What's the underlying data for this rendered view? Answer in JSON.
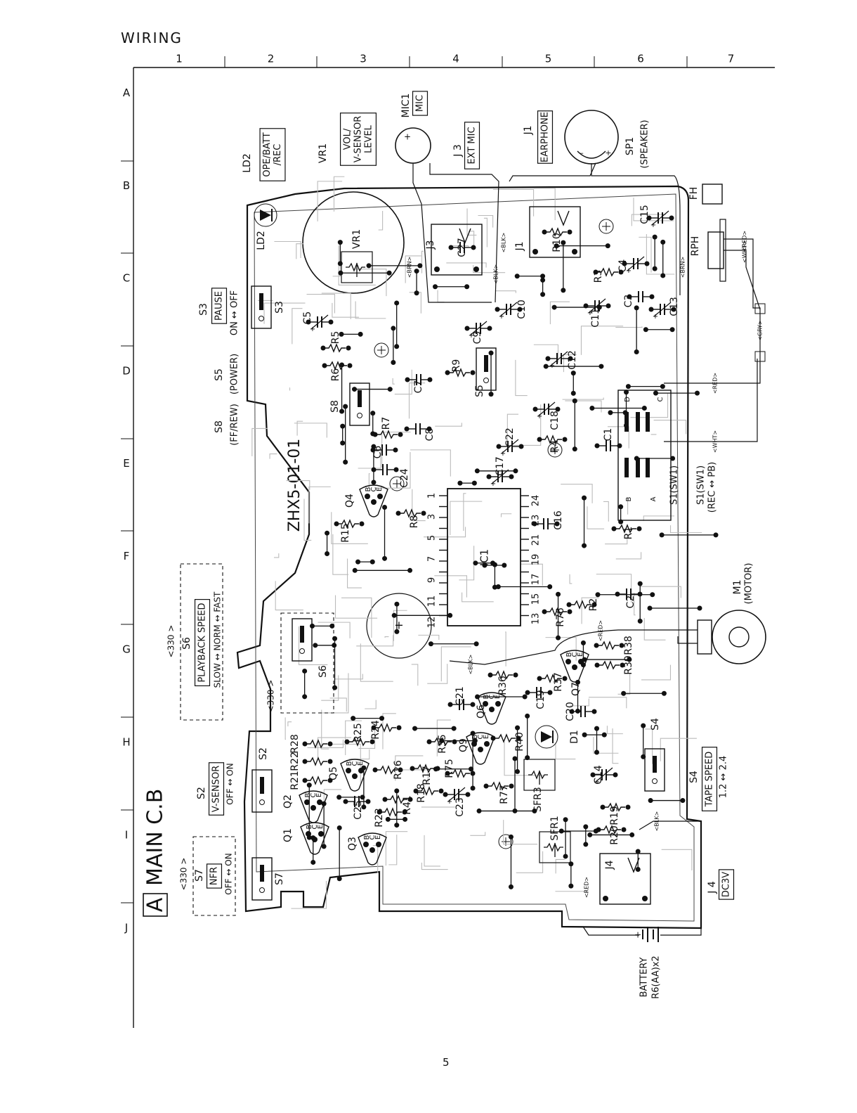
{
  "page": {
    "title": "WIRING",
    "page_number": "5"
  },
  "grid": {
    "columns": [
      "1",
      "2",
      "3",
      "4",
      "5",
      "6",
      "7"
    ],
    "rows": [
      "A",
      "B",
      "C",
      "D",
      "E",
      "F",
      "G",
      "H",
      "I",
      "J"
    ]
  },
  "board": {
    "letter": "A",
    "title": "MAIN C.B",
    "pcb_code": "ZHX5-01-01"
  },
  "boxed_labels": {
    "ld2": [
      "OPE/BATT",
      "/REC"
    ],
    "vr1": [
      "VOL/",
      "V-SENSOR",
      "LEVEL"
    ],
    "mic1": [
      "MIC"
    ],
    "j3": [
      "EXT MIC"
    ],
    "j1": [
      "EARPHONE"
    ],
    "s3": [
      "PAUSE"
    ],
    "s6": [
      "PLAYBACK SPEED"
    ],
    "s2": [
      "V-SENSOR"
    ],
    "s7": [
      "NFR"
    ],
    "s4": [
      "TAPE SPEED"
    ],
    "j4": [
      "DC3V"
    ]
  },
  "outer_texts": {
    "ld2": "LD2",
    "vr1": "VR1",
    "mic1": "MIC1",
    "j3": "J 3",
    "j1": "J1",
    "sp1": "SP1",
    "sp1_sub": "(SPEAKER)",
    "fh": "FH",
    "rph": "RPH",
    "s3": "S3",
    "s3_sub": "ON ↔ OFF",
    "s5": "S5",
    "s5_sub": "(POWER)",
    "s8": "S8",
    "s8_sub": "(FF/REW)",
    "s1": "S1(SW1)",
    "s1_sub": "(REC ↔ PB)",
    "m1": "M1",
    "m1_sub": "(MOTOR)",
    "s6": "S6",
    "s6_opt": "<330 >",
    "s6_sub": "SLOW ↔ NORM ↔ FAST",
    "s2": "S2",
    "s2_sub": "OFF ↔ ON",
    "s7": "S7",
    "s7_opt": "<330 >",
    "s7_sub": "OFF ↔ ON",
    "s4": "S4",
    "s4_sub": "1.2 ↔ 2.4",
    "j4": "J 4",
    "battery": "BATTERY",
    "battery_sub": "R6(AA)x2"
  },
  "wire_tags": {
    "brn": "BRN",
    "blk": "BLK",
    "red": "RED",
    "wht": "WHT",
    "gry": "GRY"
  },
  "components": [
    {
      "ref": "LD2",
      "kind": "led"
    },
    {
      "ref": "VR1",
      "kind": "pot"
    },
    {
      "ref": "J3",
      "kind": "jack"
    },
    {
      "ref": "J1",
      "kind": "jack"
    },
    {
      "ref": "C27",
      "kind": "cap"
    },
    {
      "ref": "R10",
      "kind": "res"
    },
    {
      "ref": "C15",
      "kind": "ecap"
    },
    {
      "ref": "S3",
      "kind": "switch"
    },
    {
      "ref": "C5",
      "kind": "ecap"
    },
    {
      "ref": "R5",
      "kind": "res"
    },
    {
      "ref": "R6",
      "kind": "res"
    },
    {
      "ref": "C10",
      "kind": "ecap"
    },
    {
      "ref": "C9",
      "kind": "ecap"
    },
    {
      "ref": "R3",
      "kind": "res"
    },
    {
      "ref": "C4",
      "kind": "ecap"
    },
    {
      "ref": "C3",
      "kind": "cap"
    },
    {
      "ref": "C13",
      "kind": "ecap"
    },
    {
      "ref": "C11",
      "kind": "ecap"
    },
    {
      "ref": "R9",
      "kind": "res"
    },
    {
      "ref": "S5",
      "kind": "switch"
    },
    {
      "ref": "C12",
      "kind": "ecap"
    },
    {
      "ref": "C7",
      "kind": "cap"
    },
    {
      "ref": "S8",
      "kind": "switch"
    },
    {
      "ref": "R7",
      "kind": "res"
    },
    {
      "ref": "C8",
      "kind": "cap"
    },
    {
      "ref": "C6",
      "kind": "cap"
    },
    {
      "ref": "C18",
      "kind": "ecap"
    },
    {
      "ref": "R4",
      "kind": "res"
    },
    {
      "ref": "C22",
      "kind": "ecap"
    },
    {
      "ref": "C1",
      "kind": "cap"
    },
    {
      "ref": "C24",
      "kind": "cap"
    },
    {
      "ref": "C17",
      "kind": "ecap"
    },
    {
      "ref": "Q4",
      "kind": "transistor"
    },
    {
      "ref": "R8",
      "kind": "res"
    },
    {
      "ref": "R15",
      "kind": "res"
    },
    {
      "ref": "C16",
      "kind": "cap"
    },
    {
      "ref": "R1",
      "kind": "res"
    },
    {
      "ref": "IC1",
      "kind": "ic"
    },
    {
      "ref": "R76",
      "kind": "res"
    },
    {
      "ref": "R2",
      "kind": "res"
    },
    {
      "ref": "C2",
      "kind": "cap"
    },
    {
      "ref": "S6",
      "kind": "switch"
    },
    {
      "ref": "R38",
      "kind": "res"
    },
    {
      "ref": "R39",
      "kind": "res"
    },
    {
      "ref": "R36",
      "kind": "res"
    },
    {
      "ref": "R37",
      "kind": "res"
    },
    {
      "ref": "C21",
      "kind": "cap"
    },
    {
      "ref": "Q6",
      "kind": "transistor"
    },
    {
      "ref": "C19",
      "kind": "cap"
    },
    {
      "ref": "Q7",
      "kind": "transistor"
    },
    {
      "ref": "C20",
      "kind": "cap"
    },
    {
      "ref": "S4",
      "kind": "switch"
    },
    {
      "ref": "D1",
      "kind": "led"
    },
    {
      "ref": "R24",
      "kind": "res"
    },
    {
      "ref": "R25",
      "kind": "res"
    },
    {
      "ref": "R35",
      "kind": "res"
    },
    {
      "ref": "Q9",
      "kind": "transistor"
    },
    {
      "ref": "R40",
      "kind": "res"
    },
    {
      "ref": "R28",
      "kind": "res"
    },
    {
      "ref": "R22",
      "kind": "res"
    },
    {
      "ref": "R21",
      "kind": "res"
    },
    {
      "ref": "Q5",
      "kind": "transistor"
    },
    {
      "ref": "R26",
      "kind": "res"
    },
    {
      "ref": "R75",
      "kind": "res"
    },
    {
      "ref": "R17",
      "kind": "res"
    },
    {
      "ref": "R18",
      "kind": "res"
    },
    {
      "ref": "R77",
      "kind": "res"
    },
    {
      "ref": "SFR3",
      "kind": "pot"
    },
    {
      "ref": "C14",
      "kind": "ecap"
    },
    {
      "ref": "S2",
      "kind": "switch"
    },
    {
      "ref": "Q2",
      "kind": "transistor"
    },
    {
      "ref": "C25",
      "kind": "cap"
    },
    {
      "ref": "R23",
      "kind": "res"
    },
    {
      "ref": "R41",
      "kind": "res"
    },
    {
      "ref": "C23",
      "kind": "ecap"
    },
    {
      "ref": "R19",
      "kind": "res"
    },
    {
      "ref": "Q1",
      "kind": "transistor"
    },
    {
      "ref": "Q3",
      "kind": "transistor"
    },
    {
      "ref": "SFR1",
      "kind": "pot"
    },
    {
      "ref": "R20",
      "kind": "res"
    },
    {
      "ref": "S7",
      "kind": "switch"
    },
    {
      "ref": "J4",
      "kind": "jack"
    }
  ],
  "ic_pins": [
    "1",
    "3",
    "5",
    "7",
    "9",
    "11",
    "12",
    "13",
    "15",
    "17",
    "19",
    "21",
    "23",
    "24"
  ],
  "transistor_pins": [
    "B",
    "C",
    "E"
  ],
  "switch_pins": [
    "A",
    "B",
    "C",
    "D"
  ]
}
